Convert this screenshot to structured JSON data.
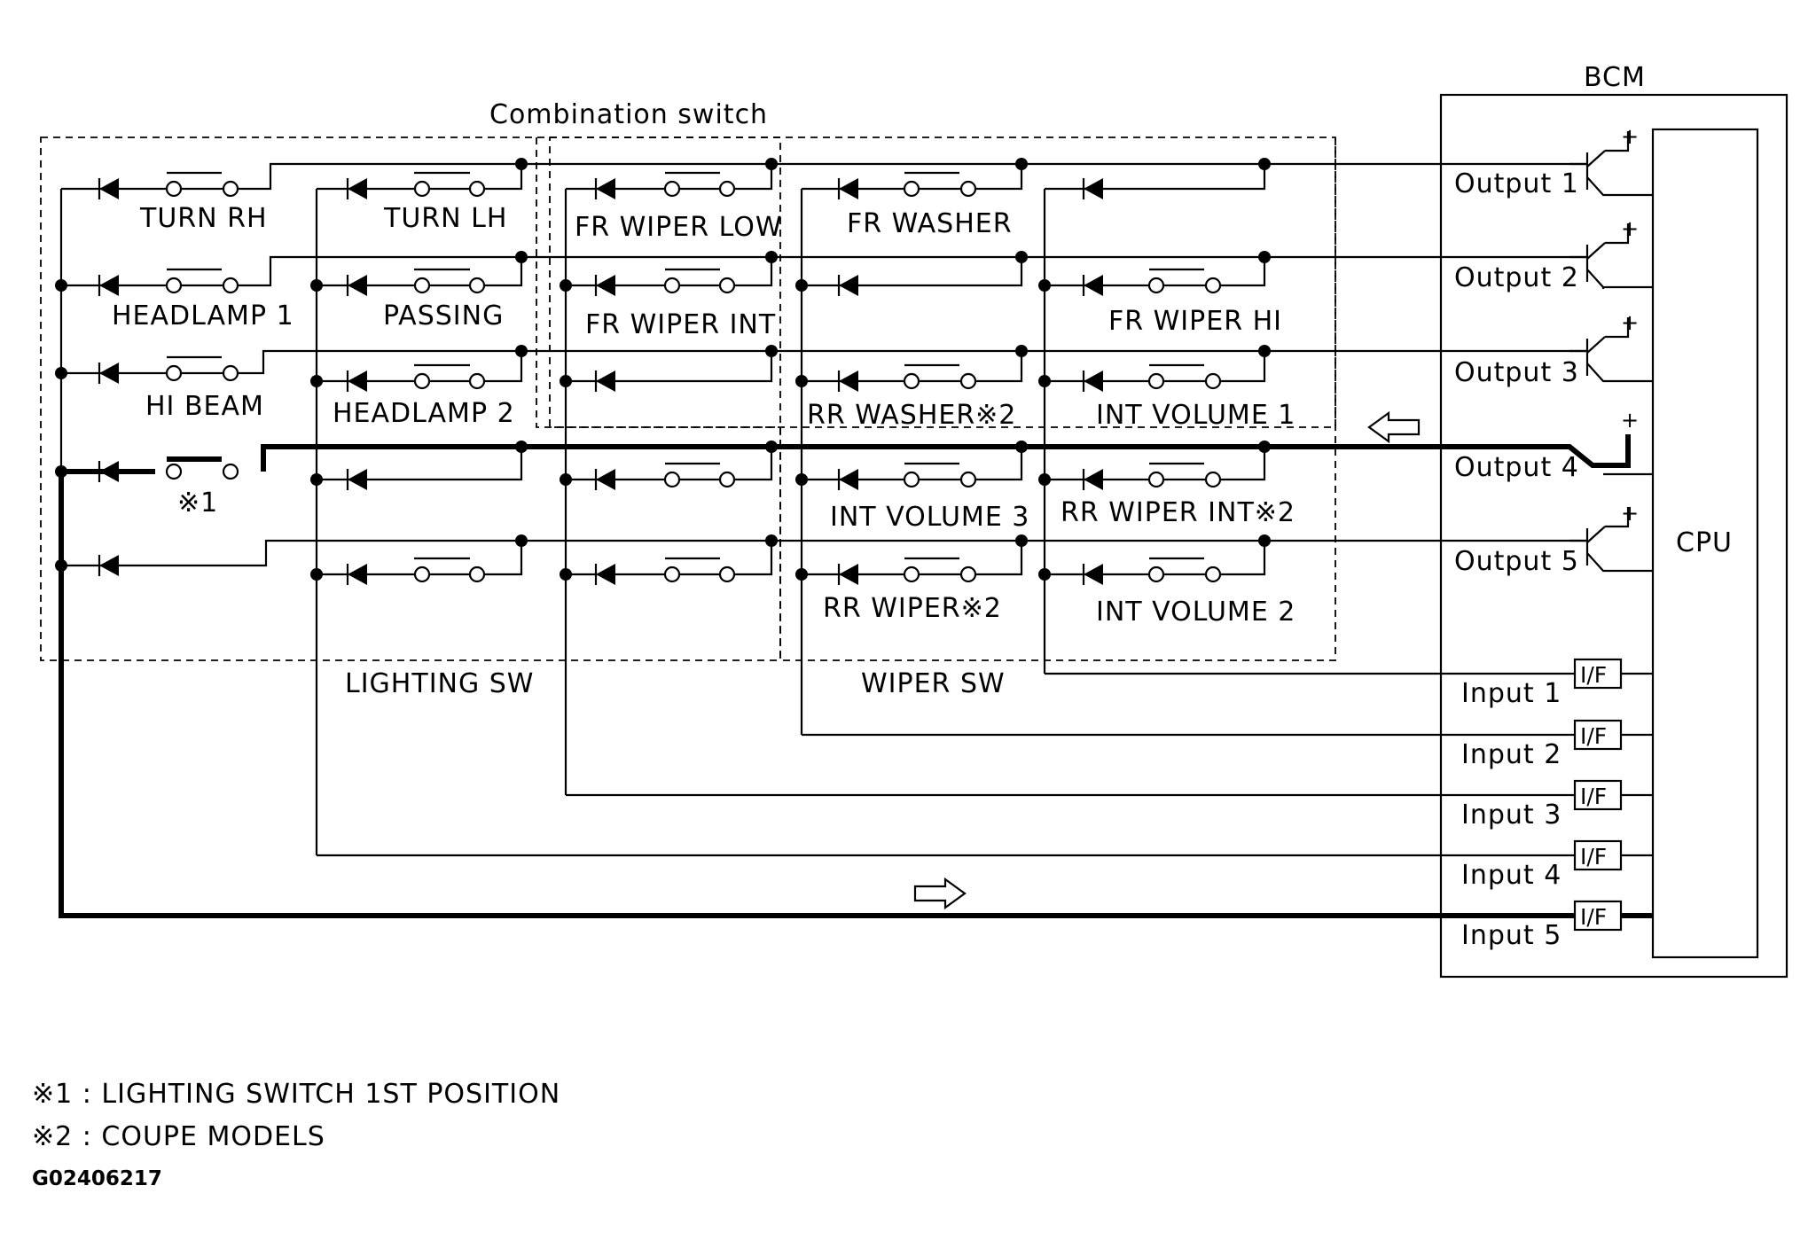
{
  "combination_switch_title": "Combination switch",
  "bcm_title": "BCM",
  "cpu_label": "CPU",
  "lighting_sw_label": "LIGHTING SW",
  "wiper_sw_label": "WIPER SW",
  "switches": {
    "turn_rh": "TURN RH",
    "turn_lh": "TURN LH",
    "headlamp_1": "HEADLAMP 1",
    "passing": "PASSING",
    "hi_beam": "HI BEAM",
    "headlamp_2": "HEADLAMP 2",
    "note1_mark": "※1",
    "fr_wiper_low": "FR WIPER LOW",
    "fr_washer": "FR WASHER",
    "fr_wiper_int": "FR WIPER INT",
    "fr_wiper_hi": "FR WIPER HI",
    "rr_washer": "RR WASHER※2",
    "int_volume_1": "INT VOLUME 1",
    "int_volume_3": "INT VOLUME 3",
    "rr_wiper_int": "RR WIPER INT※2",
    "rr_wiper": "RR WIPER※2",
    "int_volume_2": "INT VOLUME 2"
  },
  "outputs": [
    "Output 1",
    "Output 2",
    "Output 3",
    "Output 4",
    "Output 5"
  ],
  "inputs": [
    "Input 1",
    "Input 2",
    "Input 3",
    "Input 4",
    "Input 5"
  ],
  "interface_label": "I/F",
  "plus_sign": "+",
  "notes": [
    "※1 : LIGHTING SWITCH 1ST POSITION",
    "※2 : COUPE MODELS"
  ],
  "figure_code": "G02406217"
}
